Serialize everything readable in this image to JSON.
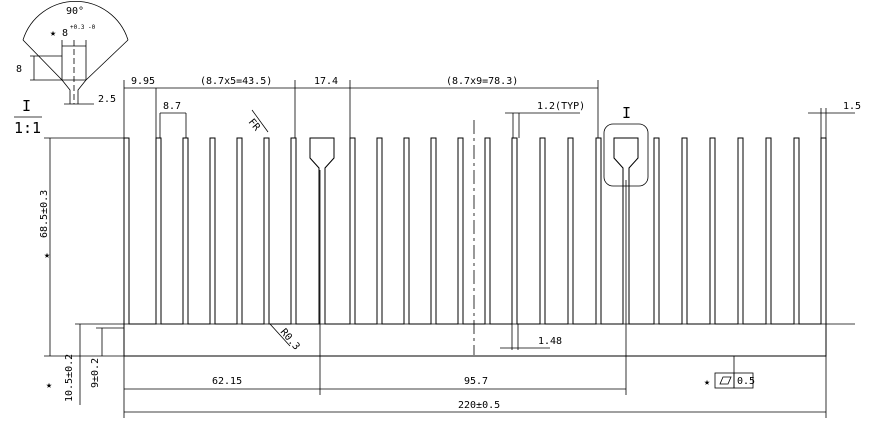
{
  "detail": {
    "angle_label": "90°",
    "fin_width_label": "8",
    "fin_width_tol_label": "+0.3 -0",
    "height_label": "8",
    "stem_label": "2.5",
    "section_letter": "I",
    "scale_label": "1:1",
    "star": "★"
  },
  "top_dims": {
    "edge_offset": "9.95",
    "pitch_group_1": "(8.7x5=43.5)",
    "center_gap": "17.4",
    "pitch_group_2": "(8.7x9=78.3)",
    "pitch": "8.7",
    "fin_radius": "FR",
    "fin_thickness": "1.2(TYP)",
    "section_marker": "I",
    "end_thickness": "1.5"
  },
  "side_dims": {
    "height": "68.5±0.3",
    "base_total": "10.5±0.2",
    "base": "9±0.2"
  },
  "bottom_dims": {
    "root_radius": "R0.3",
    "min_gap": "1.48",
    "left_offset": "62.15",
    "center_offset": "95.7",
    "overall_width": "220±0.5",
    "flatness_value": "0.5"
  }
}
